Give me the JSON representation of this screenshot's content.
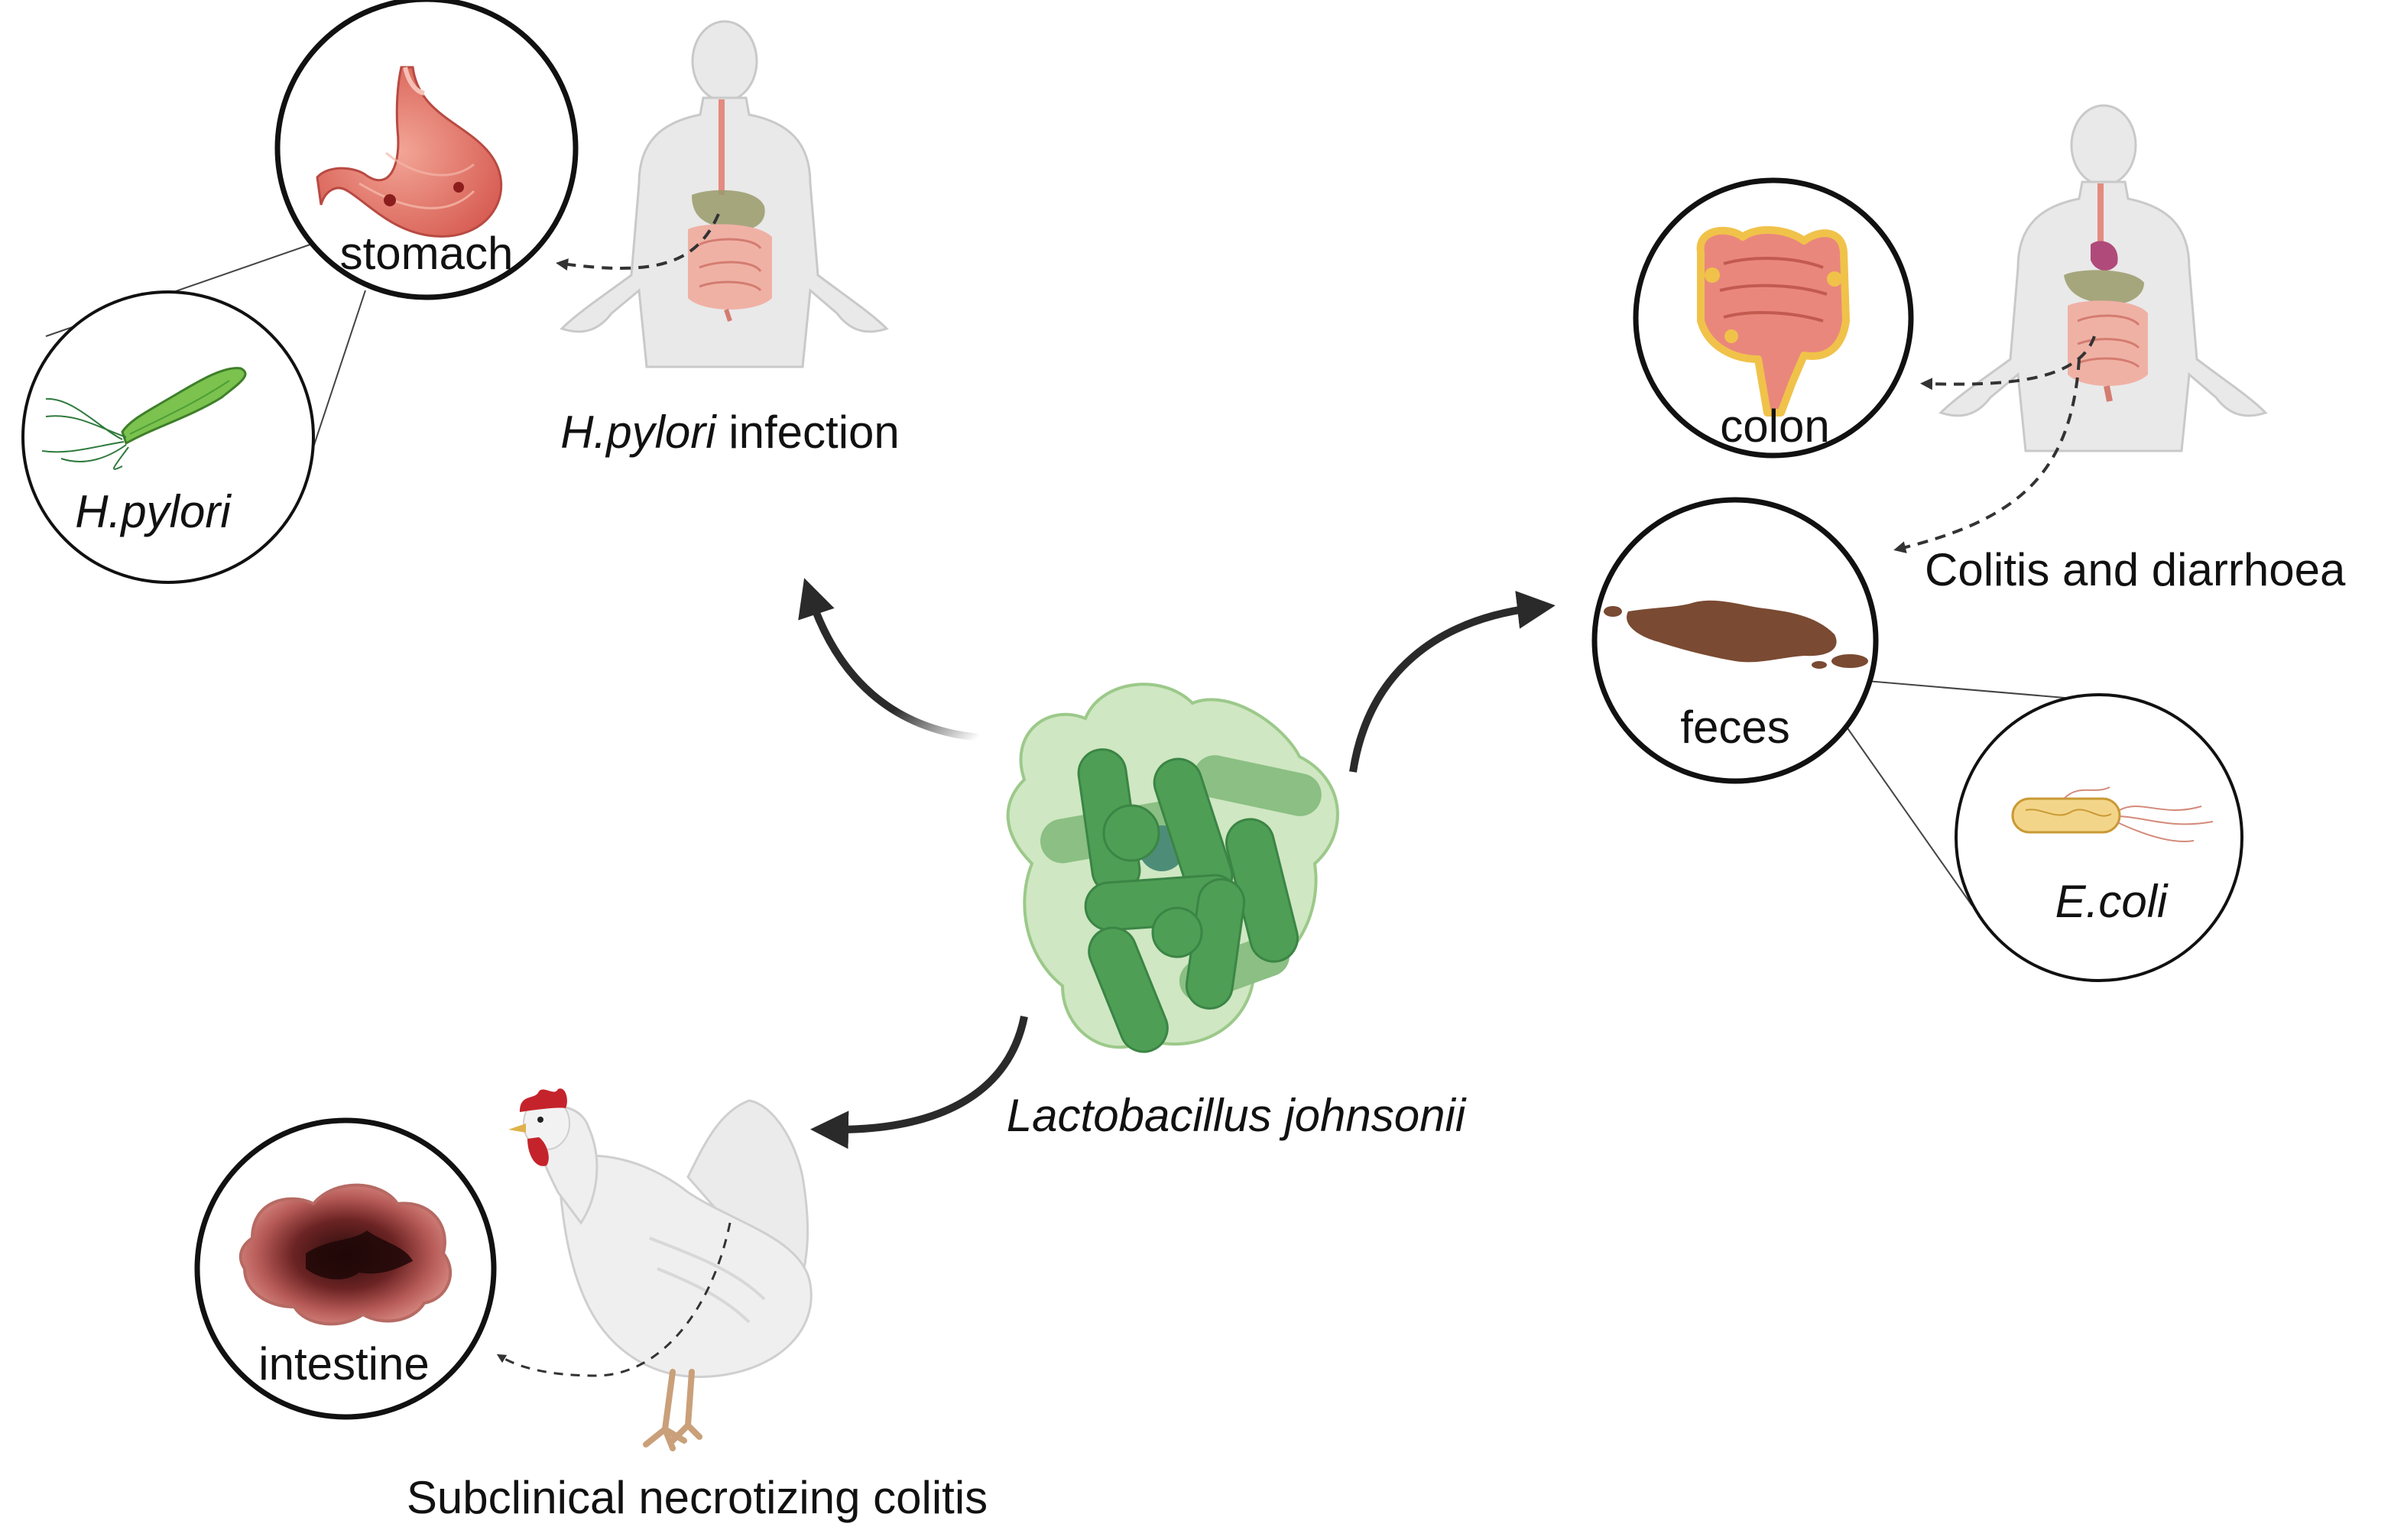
{
  "center": {
    "organism": "Lactobacillus johnsonii"
  },
  "hpylori_panel": {
    "condition_italic": "H.pylori",
    "condition_rest": " infection",
    "organ_label": "stomach",
    "pathogen_label": "H.pylori"
  },
  "colitis_panel": {
    "condition": "Colitis and diarrhoea",
    "organ_label": "colon",
    "sample_label": "feces",
    "pathogen_label": "E.coli"
  },
  "necrotizing_panel": {
    "condition": "Subclinical necrotizing colitis",
    "organ_label": "intestine"
  },
  "colors": {
    "bacteria_green": "#4e9e55",
    "bacteria_capsule": "#cfe7c2",
    "stomach": "#e57b6f",
    "feces": "#7a4a32",
    "intestine": "#c9706a",
    "chicken_comb": "#c5232b",
    "human_body": "#e6e6e6",
    "arrow": "#2a2a2a"
  }
}
